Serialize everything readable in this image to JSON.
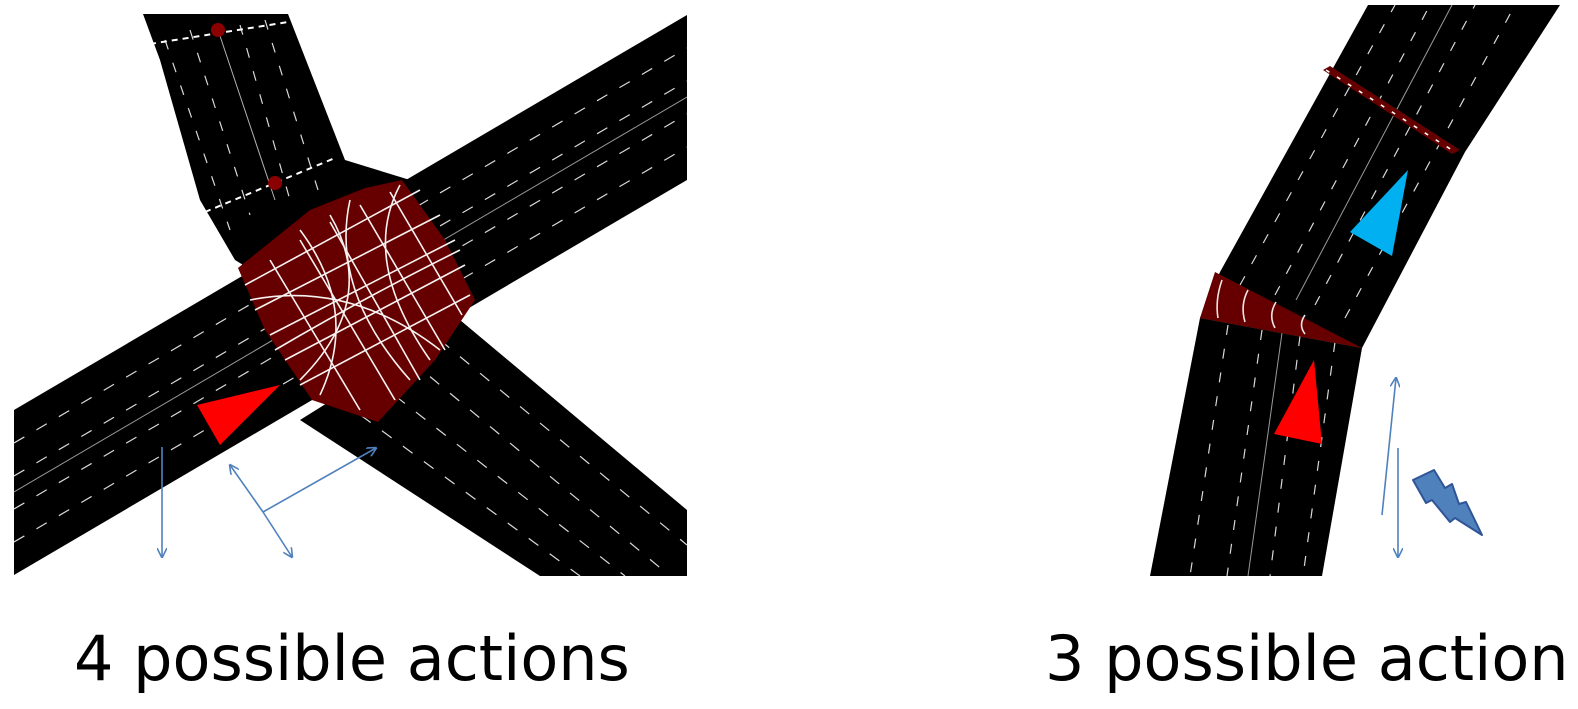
{
  "left_panel": {
    "caption": "4 possible actions",
    "icons": [
      "ego-vehicle-triangle",
      "action-arrows"
    ]
  },
  "right_panel": {
    "caption": "3 possible action",
    "icons": [
      "ego-vehicle-triangle",
      "other-vehicle-triangle",
      "action-arrows",
      "lightning-icon"
    ]
  },
  "colors": {
    "road": "#000000",
    "junction": "#660000",
    "lane_marking": "#ffffff",
    "ego_vehicle": "#ff0000",
    "other_vehicle": "#00b0f0",
    "action_arrow": "#4f81bd",
    "lightning": "#4f81bd"
  }
}
